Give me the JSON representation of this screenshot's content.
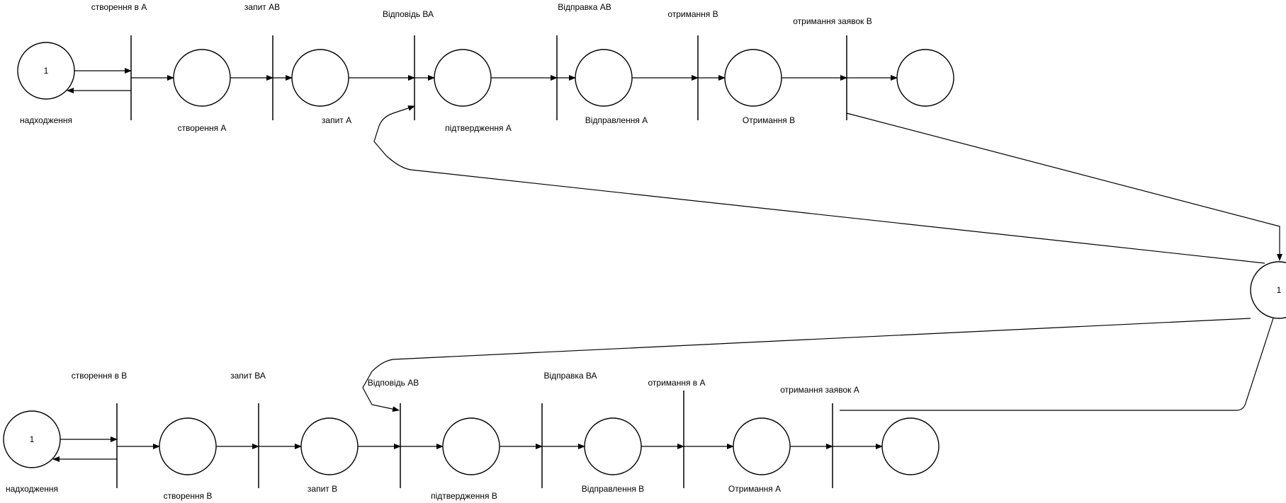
{
  "diagram": {
    "type": "petri-net",
    "top_row": {
      "start_place_token": "1",
      "place_labels": [
        "надходження",
        "створення А",
        "запит А",
        "підтвердження А",
        "Відправлення А",
        "Отримання В",
        ""
      ],
      "transition_labels": [
        "створення в А",
        "запит АВ",
        "Відповідь ВА",
        "Відправка АВ",
        "отримання В",
        "отримання заявок В"
      ]
    },
    "bottom_row": {
      "start_place_token": "1",
      "place_labels": [
        "надходження",
        "створення В",
        "запит В",
        "підтвердження В",
        "Відправлення В",
        "Отримання А",
        ""
      ],
      "transition_labels": [
        "створення в В",
        "запит ВА",
        "Відповідь АВ",
        "Відправка ВА",
        "отримання в А",
        "отримання заявок  А"
      ]
    },
    "shared_place": {
      "token": "1"
    },
    "colors": {
      "stroke": "#000000",
      "fill": "#ffffff",
      "text": "#000000"
    }
  }
}
